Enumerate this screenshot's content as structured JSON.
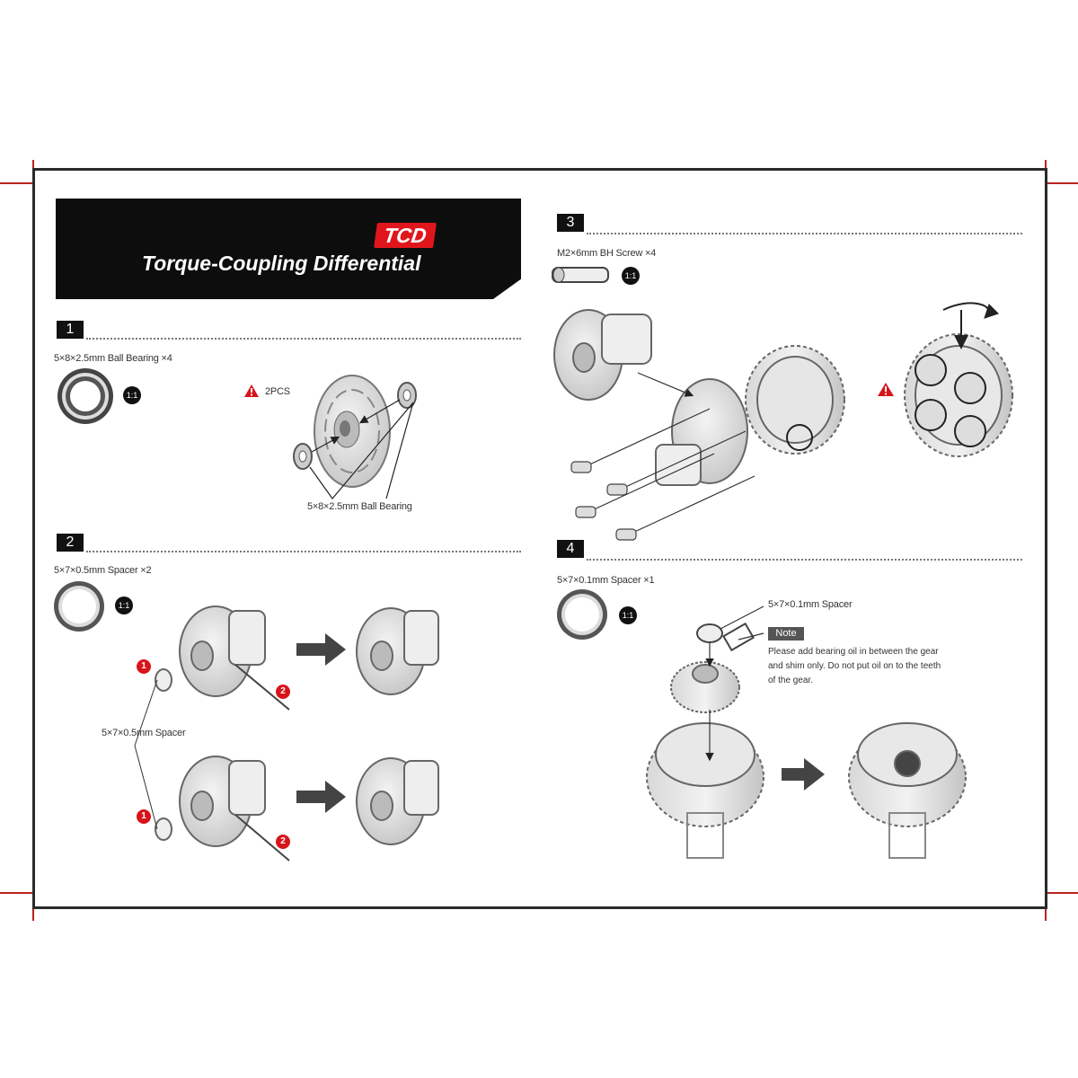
{
  "header": {
    "badge": "TCD",
    "title": "Torque-Coupling Differential"
  },
  "steps": [
    {
      "number": "1",
      "part_label": "5×8×2.5mm Ball Bearing ×4",
      "scale": "1:1",
      "warning": "2PCS",
      "callout": "5×8×2.5mm Ball Bearing"
    },
    {
      "number": "2",
      "part_label": "5×7×0.5mm Spacer ×2",
      "scale": "1:1",
      "callout": "5×7×0.5mm Spacer",
      "sequence": [
        "1",
        "2",
        "1",
        "2"
      ]
    },
    {
      "number": "3",
      "part_label": "M2×6mm BH Screw ×4",
      "scale": "1:1"
    },
    {
      "number": "4",
      "part_label": "5×7×0.1mm Spacer ×1",
      "scale": "1:1",
      "callout": "5×7×0.1mm Spacer",
      "note_badge": "Note",
      "note_lines": [
        "Please add bearing oil in between the gear",
        "and shim only. Do not put oil on to the teeth",
        "of the gear."
      ]
    }
  ],
  "colors": {
    "accent": "#e1161c",
    "dark": "#0d0d0d"
  }
}
